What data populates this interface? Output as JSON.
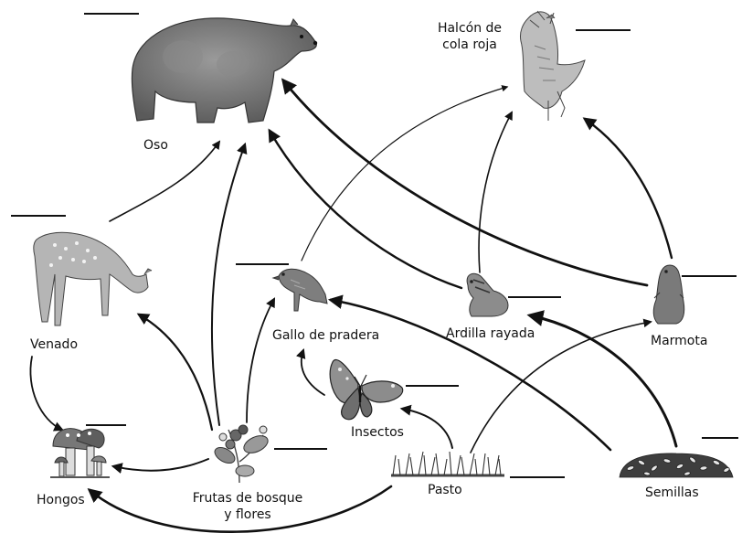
{
  "diagram": {
    "labels": {
      "oso": "Oso",
      "halcon_1": "Halcón de",
      "halcon_2": "cola roja",
      "venado": "Venado",
      "gallo": "Gallo de pradera",
      "ardilla": "Ardilla rayada",
      "marmota": "Marmota",
      "insectos": "Insectos",
      "hongos": "Hongos",
      "frutas_1": "Frutas de bosque",
      "frutas_2": "y flores",
      "pasto": "Pasto",
      "semillas": "Semillas"
    },
    "icons": [
      "bear-icon",
      "hawk-icon",
      "deer-icon",
      "prairie-chicken-icon",
      "chipmunk-icon",
      "marmot-icon",
      "butterfly-icon",
      "mushroom-icon",
      "berries-icon",
      "grass-icon",
      "seeds-icon"
    ],
    "arrows": [
      {
        "from": "Venado",
        "to": "Oso"
      },
      {
        "from": "Frutas de bosque y flores",
        "to": "Oso"
      },
      {
        "from": "Ardilla rayada",
        "to": "Oso"
      },
      {
        "from": "Marmota",
        "to": "Oso"
      },
      {
        "from": "Gallo de pradera",
        "to": "Halcón de cola roja"
      },
      {
        "from": "Ardilla rayada",
        "to": "Halcón de cola roja"
      },
      {
        "from": "Marmota",
        "to": "Halcón de cola roja"
      },
      {
        "from": "Frutas de bosque y flores",
        "to": "Venado"
      },
      {
        "from": "Frutas de bosque y flores",
        "to": "Gallo de pradera"
      },
      {
        "from": "Insectos",
        "to": "Gallo de pradera"
      },
      {
        "from": "Semillas",
        "to": "Gallo de pradera"
      },
      {
        "from": "Semillas",
        "to": "Ardilla rayada"
      },
      {
        "from": "Pasto",
        "to": "Insectos"
      },
      {
        "from": "Pasto",
        "to": "Marmota"
      },
      {
        "from": "Venado",
        "to": "Hongos"
      },
      {
        "from": "Frutas de bosque y flores",
        "to": "Hongos"
      },
      {
        "from": "Pasto",
        "to": "Hongos"
      }
    ]
  }
}
